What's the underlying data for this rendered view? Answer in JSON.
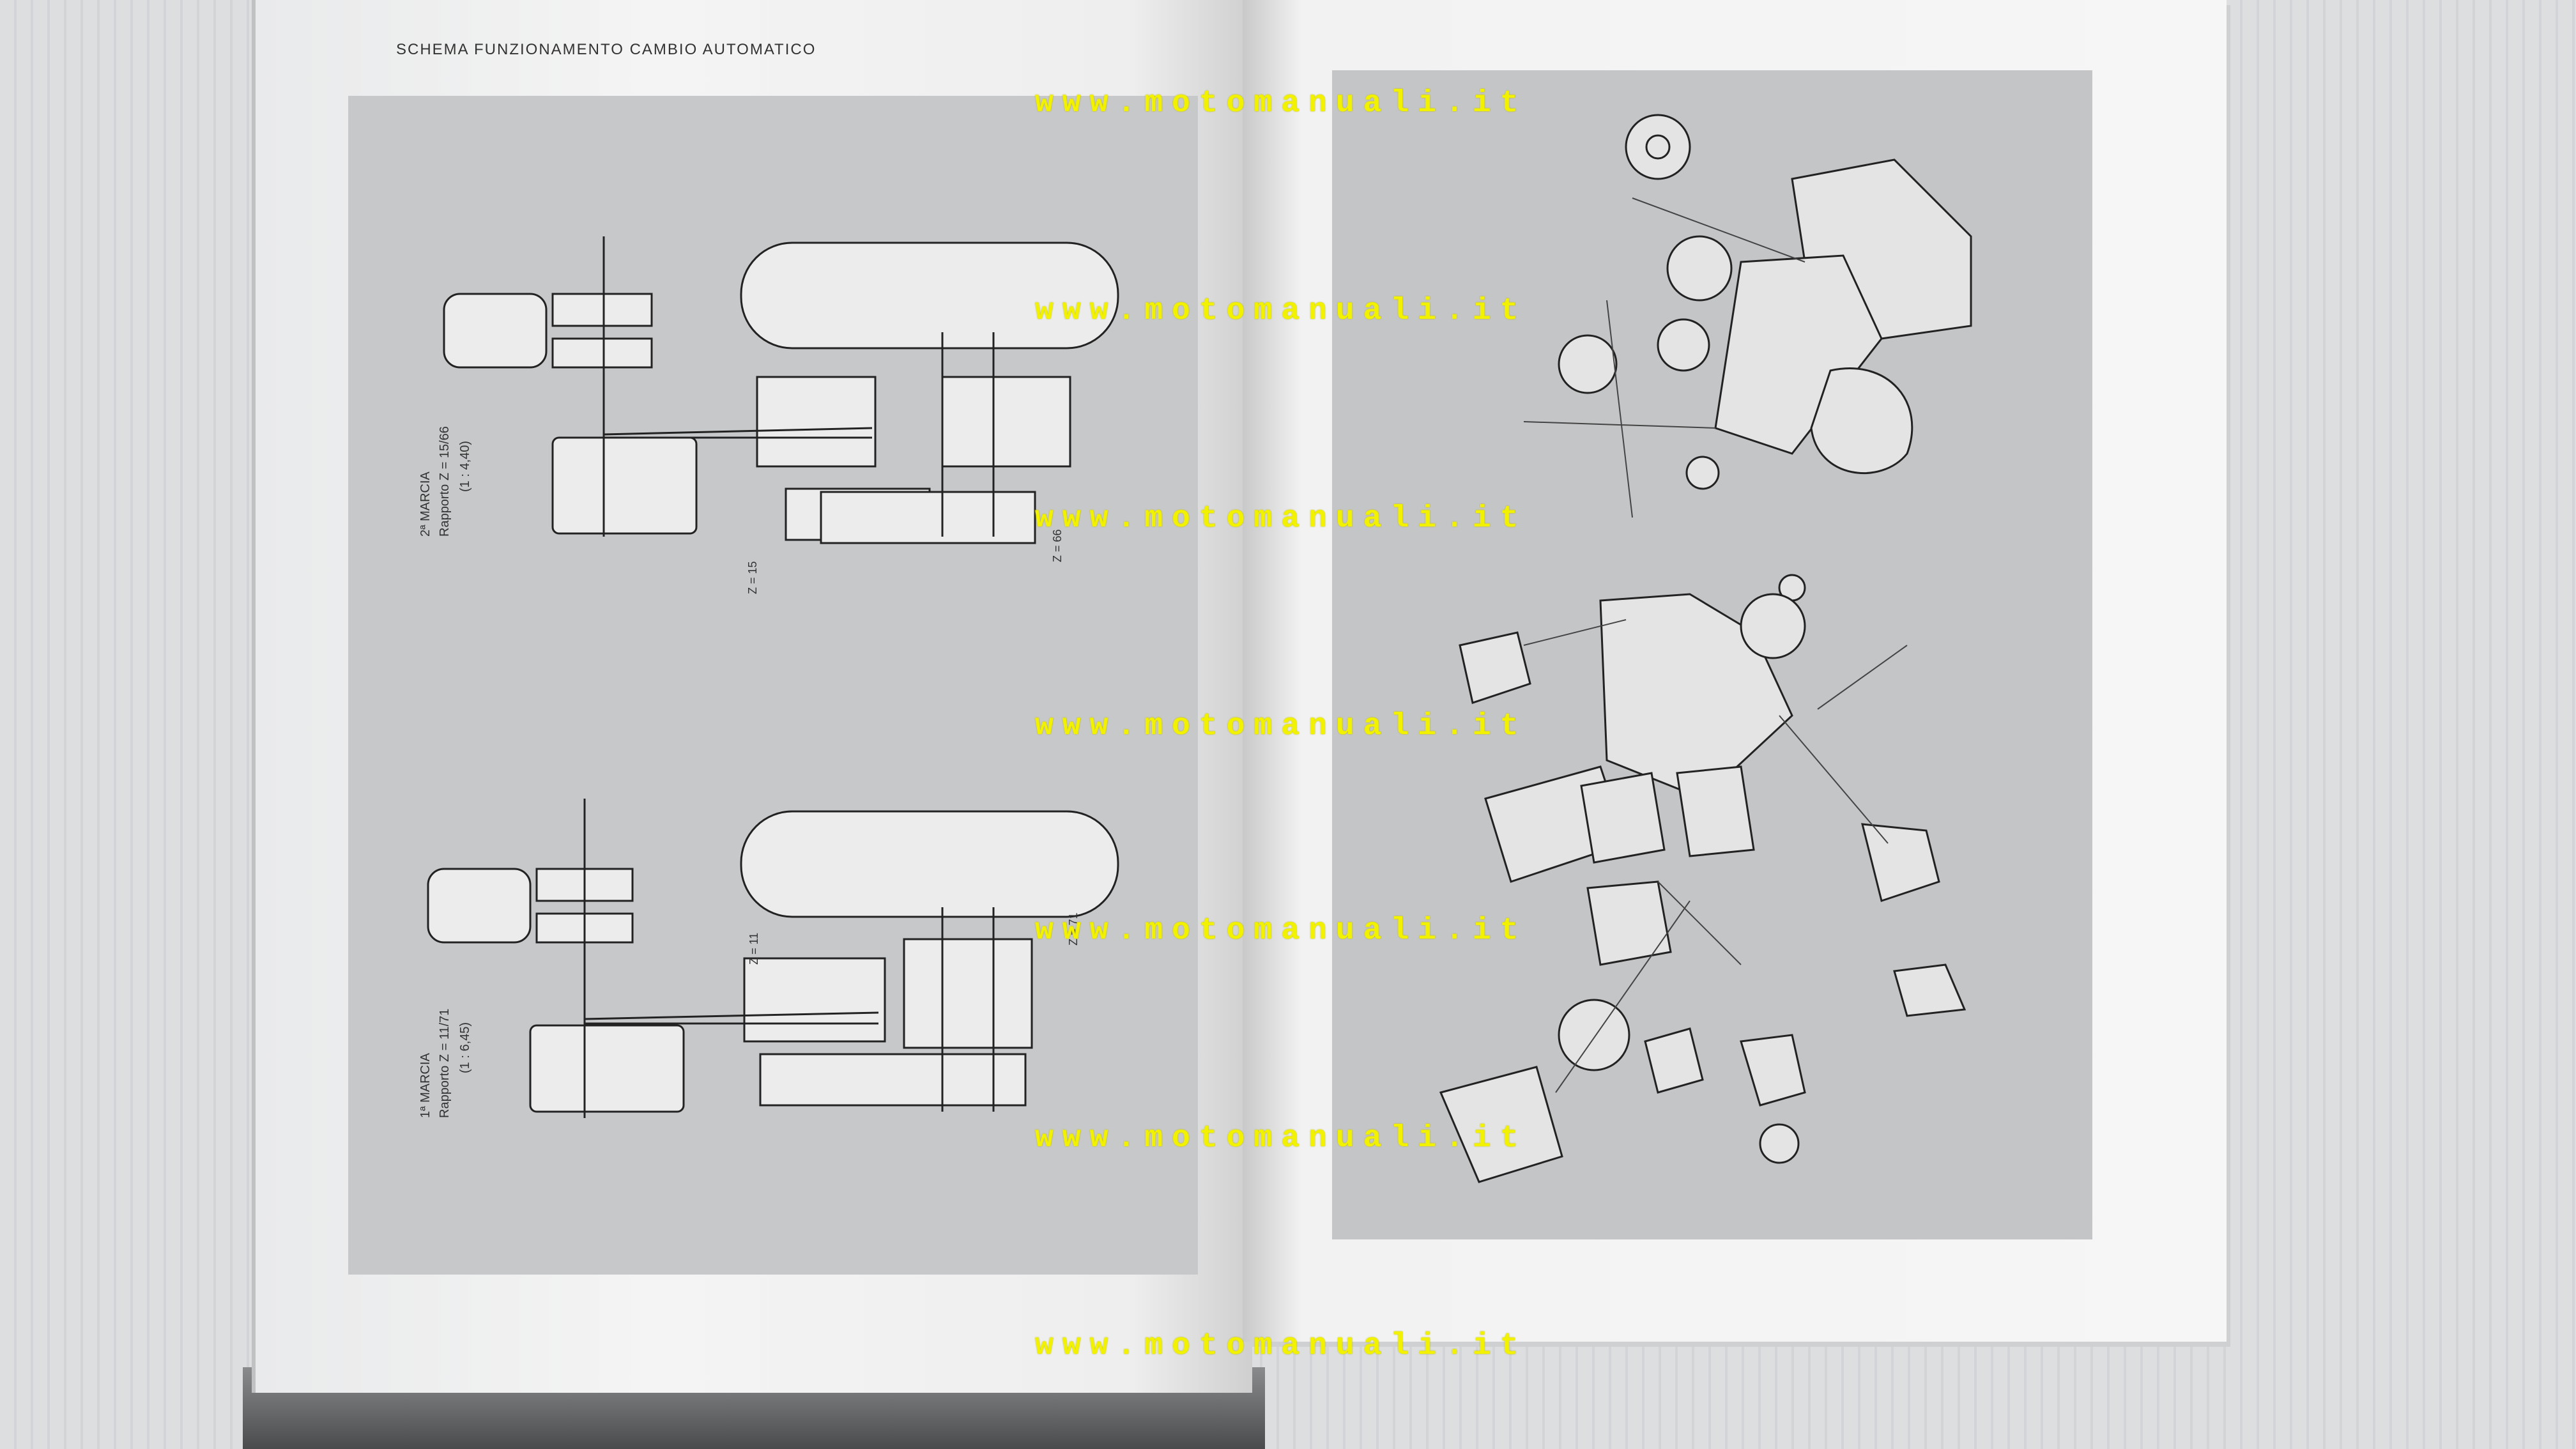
{
  "document": {
    "heading": "SCHEMA FUNZIONAMENTO CAMBIO AUTOMATICO",
    "gear2": {
      "title": "2ª MARCIA",
      "ratio": "Rapporto Z = 15/66",
      "ratio_alt": "(1 : 4,40)",
      "z_small": "Z = 15",
      "z_large": "Z = 66"
    },
    "gear1": {
      "title": "1ª MARCIA",
      "ratio": "Rapporto Z = 11/71",
      "ratio_alt": "(1 : 6,45)",
      "z_small": "Z = 11",
      "z_large": "Z = 71"
    }
  },
  "watermarks": [
    "www.motomanuali.it",
    "www.motomanuali.it",
    "www.motomanuali.it",
    "www.motomanuali.it",
    "www.motomanuali.it",
    "www.motomanuali.it",
    "www.motomanuali.it"
  ]
}
